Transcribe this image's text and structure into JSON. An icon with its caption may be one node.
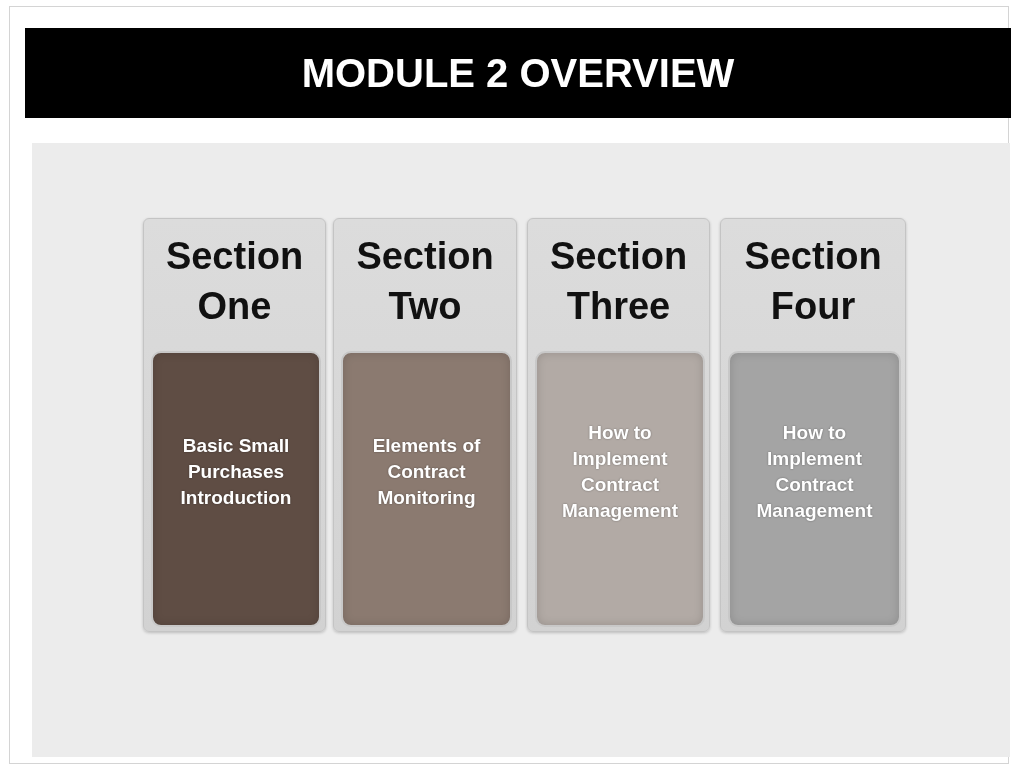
{
  "diagram": {
    "title": "MODULE 2 OVERVIEW",
    "nodes": [
      {
        "text": [
          "Section One"
        ]
      },
      {
        "text": [
          "Basic Small Purchases Introduction"
        ],
        "in": 0
      },
      {
        "text": [
          "Section Two"
        ]
      },
      {
        "text": [
          "Elements of Contract Monitoring"
        ],
        "in": 2
      },
      {
        "text": [
          "Section Three"
        ]
      },
      {
        "text": [
          "How to Implement Contract Management"
        ],
        "in": 4
      },
      {
        "text": [
          "Section Four"
        ]
      },
      {
        "text": [
          "How to Implement Contract Management"
        ],
        "in": 6
      }
    ]
  }
}
